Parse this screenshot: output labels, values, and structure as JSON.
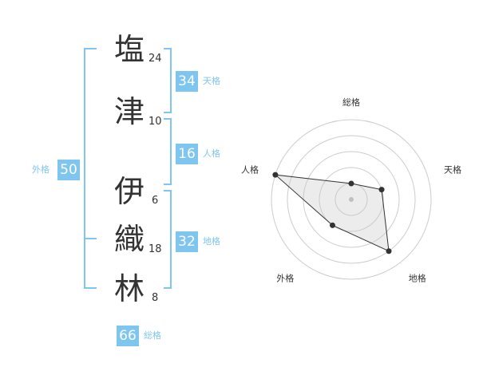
{
  "name": {
    "chars": [
      {
        "char": "塩",
        "strokes": "24"
      },
      {
        "char": "津",
        "strokes": "10"
      },
      {
        "char": "伊",
        "strokes": "6"
      },
      {
        "char": "織",
        "strokes": "18"
      },
      {
        "char": "林",
        "strokes": "8"
      }
    ]
  },
  "fortune": {
    "tenkaku": {
      "value": "34",
      "label": "天格"
    },
    "jinkaku": {
      "value": "16",
      "label": "人格"
    },
    "chikaku": {
      "value": "32",
      "label": "地格"
    },
    "gaikaku": {
      "value": "50",
      "label": "外格"
    },
    "soukaku": {
      "value": "66",
      "label": "総格"
    }
  },
  "colors": {
    "accent": "#7ec6f0",
    "text": "#333333",
    "grid": "#cccccc"
  },
  "chart_data": {
    "type": "radar",
    "axes": [
      "総格",
      "天格",
      "地格",
      "外格",
      "人格"
    ],
    "values": [
      1,
      2,
      4,
      2,
      5
    ],
    "rlim": [
      0,
      5
    ]
  }
}
